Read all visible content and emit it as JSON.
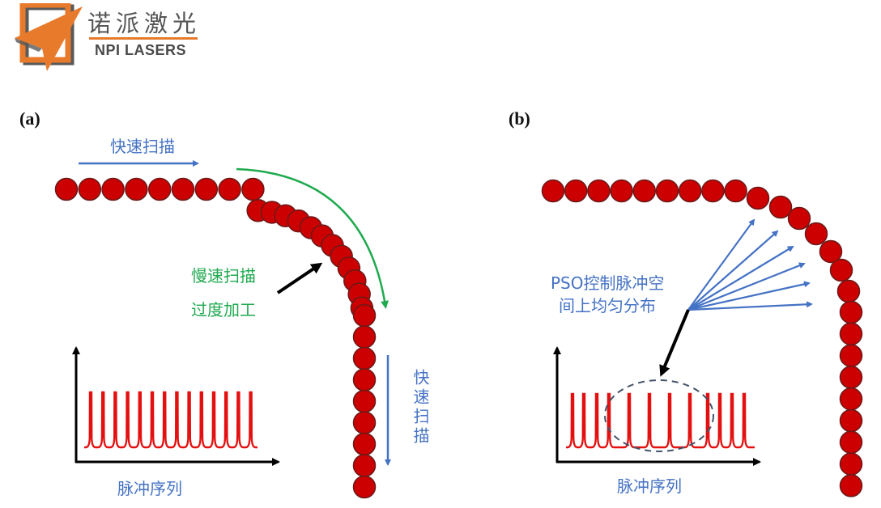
{
  "logo": {
    "name_cn": "诺派激光",
    "name_en": "NPI LASERS",
    "colors": {
      "orange": "#e87a2c",
      "gray": "#5a5a5a"
    }
  },
  "colors": {
    "spot_fill": "#cc0000",
    "spot_stroke": "#6b1a1a",
    "blue": "#4472c4",
    "green": "#1faa4f",
    "pulse": "#e41010",
    "axis": "#000000",
    "ellipse": "#44546a"
  },
  "panel_a": {
    "label": "(a)",
    "top_arrow_label": "快速扫描",
    "slow_label_line1": "慢速扫描",
    "slow_label_line2": "过度加工",
    "side_arrow_label": "快速扫描",
    "pulse_axis_label": "脉冲序列",
    "pulse_count": 14,
    "pulse_spacing": "uniform",
    "spots": {
      "horizontal": 9,
      "curve": 12,
      "vertical": 9,
      "curve_density": "dense"
    }
  },
  "panel_b": {
    "label": "(b)",
    "pso_label_line1": "PSO控制脉冲空",
    "pso_label_line2": "间上均匀分布",
    "fan_arrow_count": 6,
    "pulse_axis_label": "脉冲序列",
    "pulse_count": 12,
    "pulse_spacing": "dense-sparse-dense",
    "spots": {
      "horizontal": 9,
      "curve": 7,
      "vertical": 9,
      "curve_density": "uniform"
    }
  }
}
